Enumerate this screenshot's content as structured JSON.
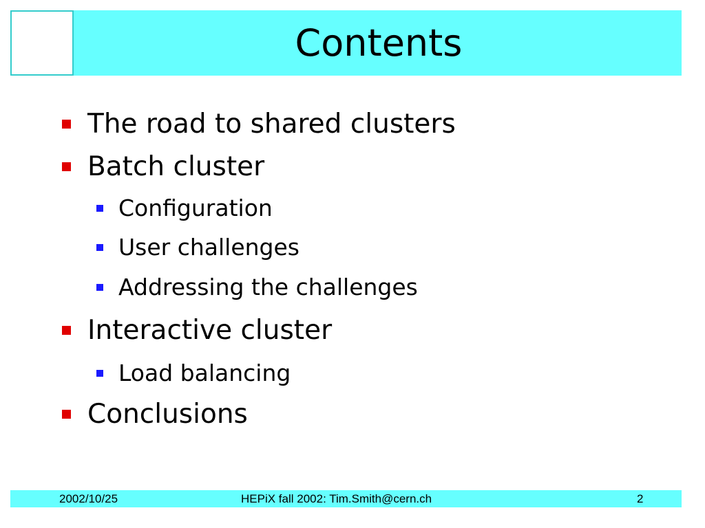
{
  "slide": {
    "title": "Contents",
    "items": [
      {
        "label": "The road to shared clusters",
        "level": 1
      },
      {
        "label": "Batch cluster",
        "level": 1
      },
      {
        "label": "Configuration",
        "level": 2
      },
      {
        "label": "User challenges",
        "level": 2
      },
      {
        "label": "Addressing the challenges",
        "level": 2
      },
      {
        "label": "Interactive cluster",
        "level": 1
      },
      {
        "label": "Load balancing",
        "level": 2
      },
      {
        "label": "Conclusions",
        "level": 1
      }
    ]
  },
  "footer": {
    "date": "2002/10/25",
    "center": "HEPiX fall 2002: Tim.Smith@cern.ch",
    "page": "2"
  },
  "colors": {
    "header_band": "#66ffff",
    "level1_bullet": "#e00000",
    "level2_bullet": "#1a1aff"
  }
}
